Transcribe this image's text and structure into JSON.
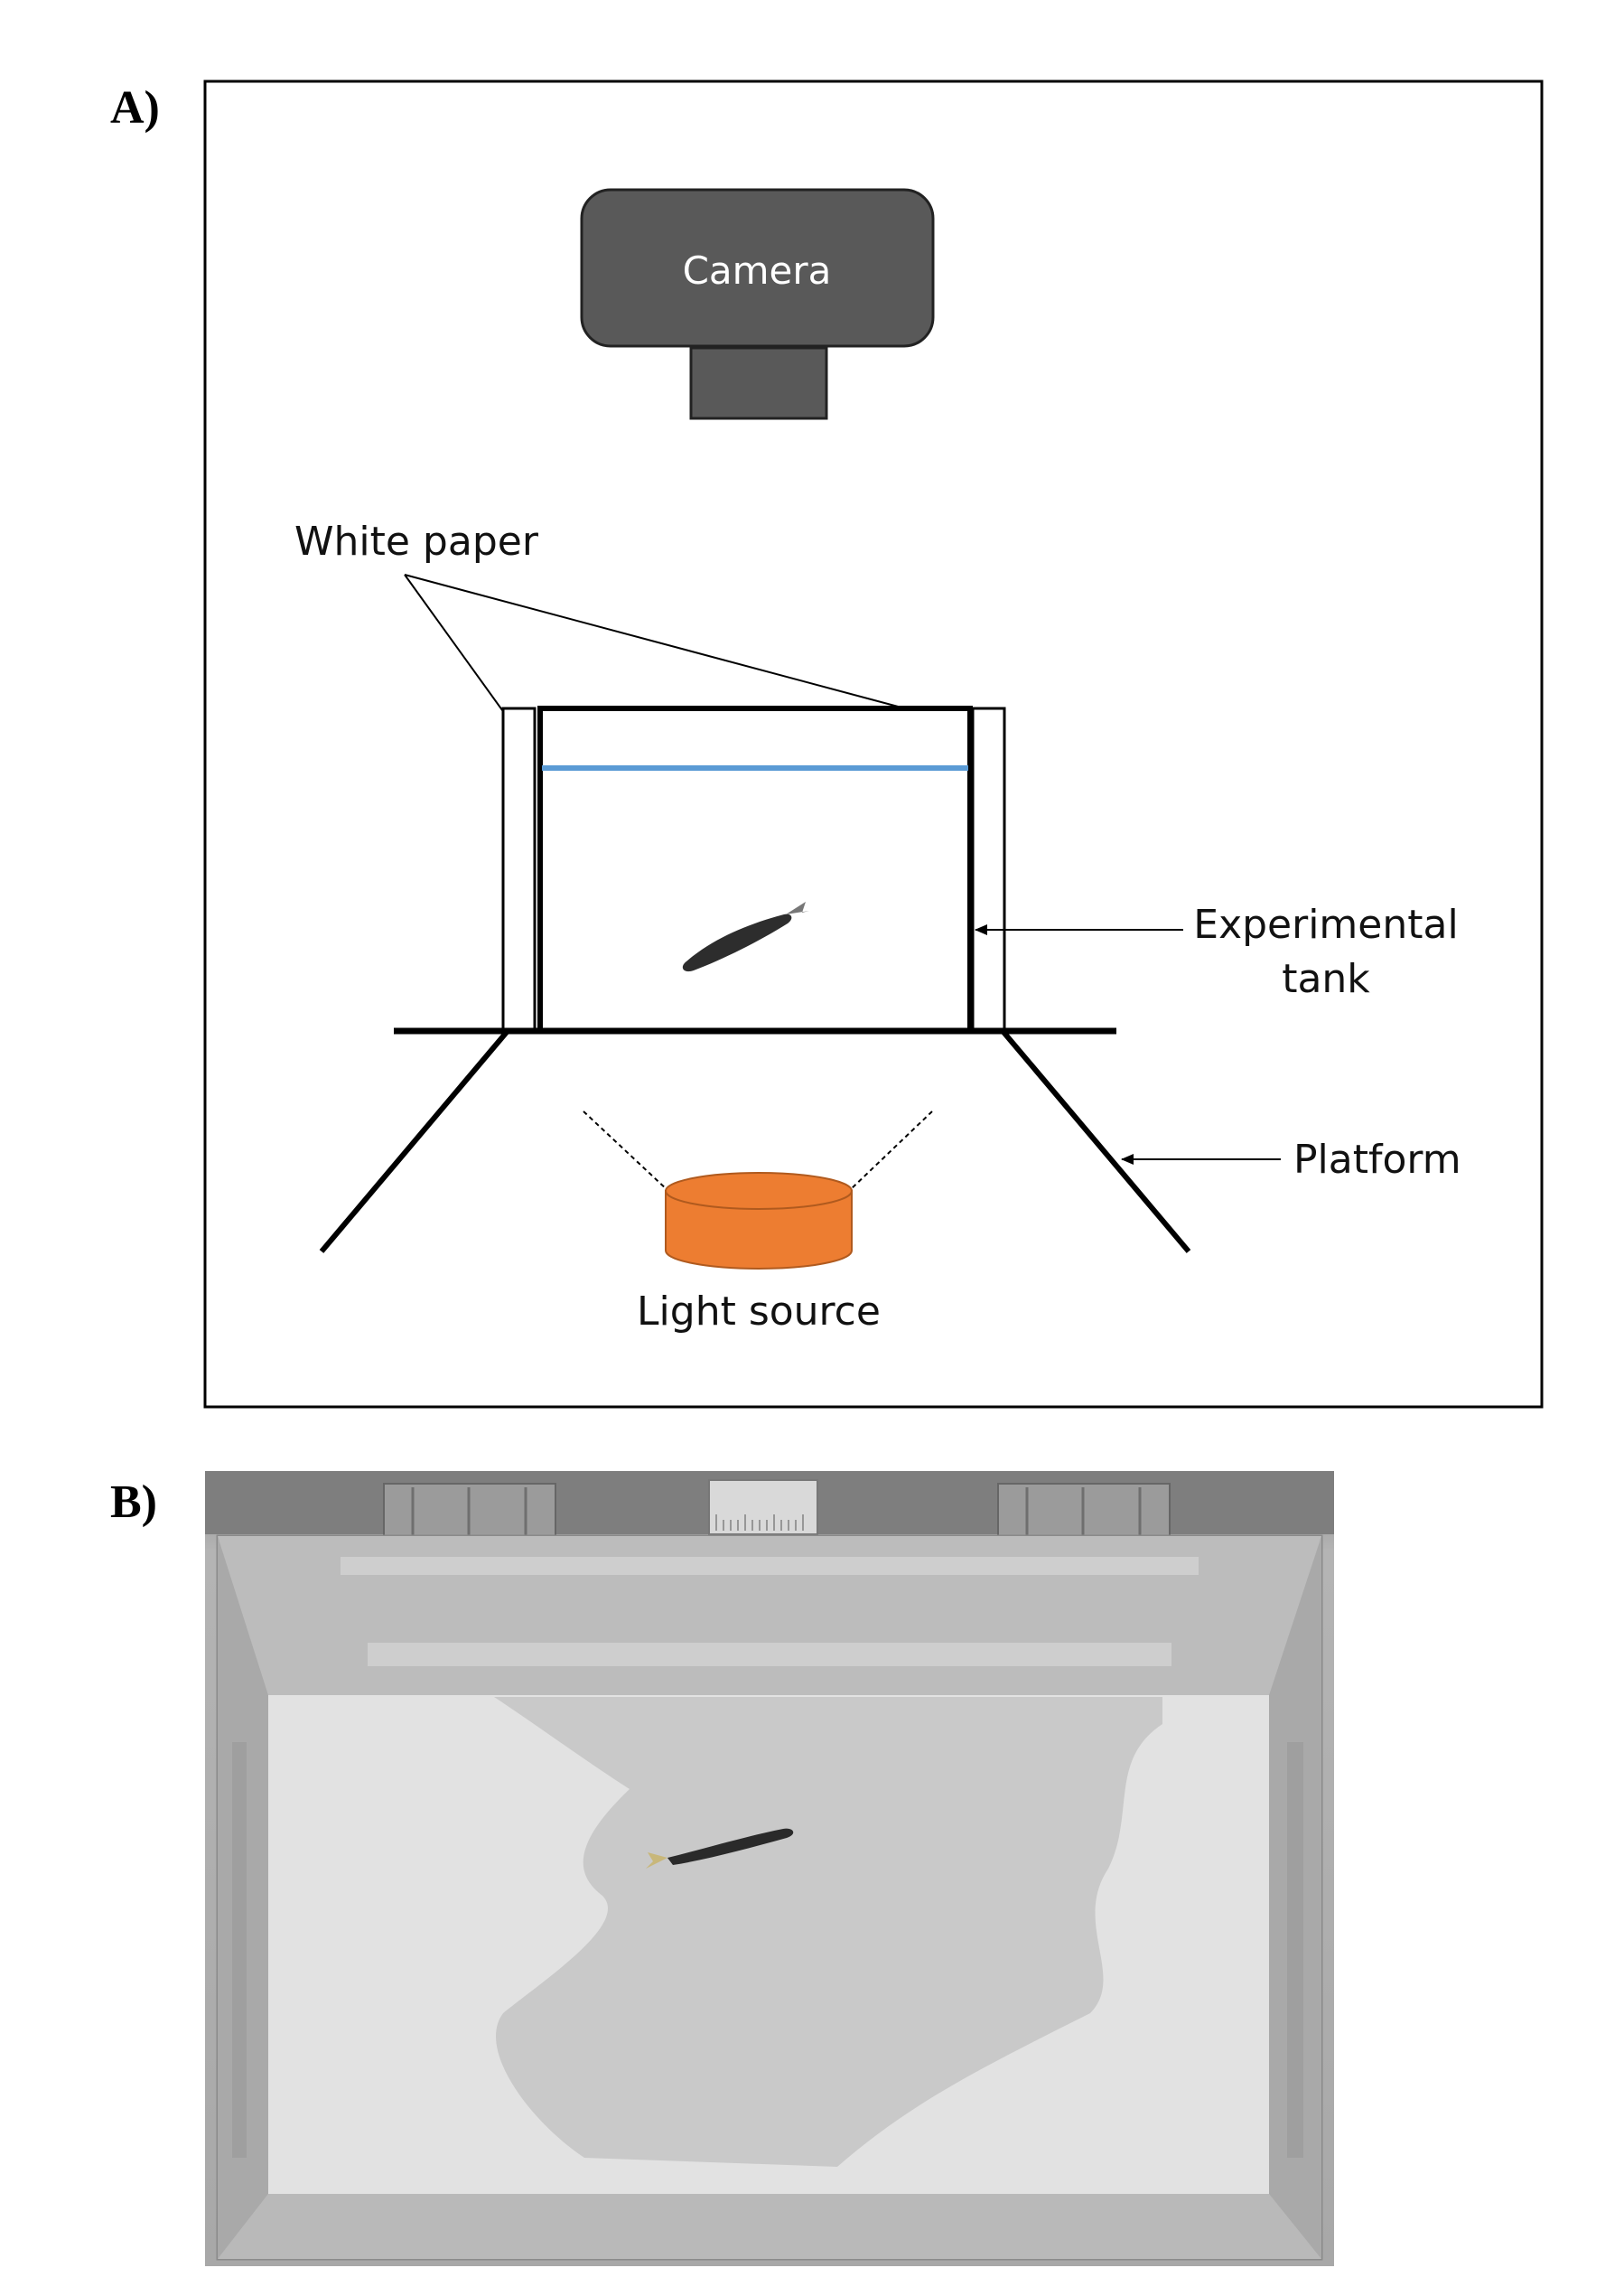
{
  "panels": {
    "a": {
      "label": "A)"
    },
    "b": {
      "label": "B)"
    }
  },
  "diagram": {
    "camera_label": "Camera",
    "white_paper_label": "White paper",
    "experimental_tank_label_line1": "Experimental",
    "experimental_tank_label_line2": "tank",
    "platform_label": "Platform",
    "light_source_label": "Light source"
  },
  "colors": {
    "camera_body": "#595959",
    "water_line": "#5b9bd5",
    "light_source": "#ed7d31",
    "outline": "#000000"
  }
}
